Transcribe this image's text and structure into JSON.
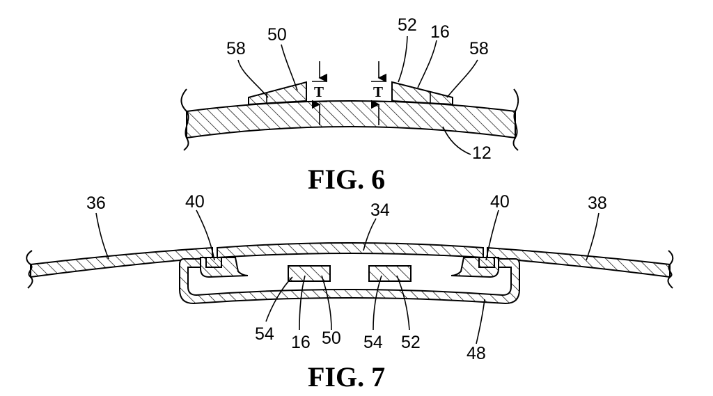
{
  "figures": [
    {
      "title": "FIG. 6",
      "labels": {
        "l58a": "58",
        "l50": "50",
        "l52": "52",
        "l16": "16",
        "l58b": "58",
        "l12": "12"
      },
      "thickness_marks": [
        "T",
        "T"
      ]
    },
    {
      "title": "FIG. 7",
      "labels": {
        "l36": "36",
        "l40a": "40",
        "l34": "34",
        "l40b": "40",
        "l38": "38",
        "l54a": "54",
        "l16": "16",
        "l50": "50",
        "l54b": "54",
        "l52": "52",
        "l48": "48"
      }
    }
  ],
  "hatch_color": "#000000"
}
